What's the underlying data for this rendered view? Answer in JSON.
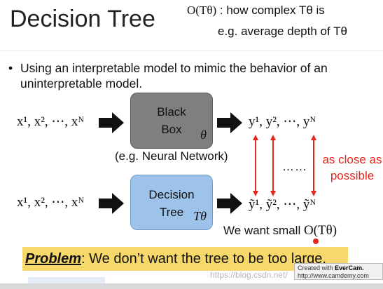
{
  "header": {
    "title": "Decision Tree",
    "note_line1_math": "O(Tθ)",
    "note_line1_text": ": how complex Tθ is",
    "note_line2": "e.g. average depth of Tθ"
  },
  "bullet": {
    "symbol": "•",
    "text": "Using an interpretable model to mimic the behavior of an uninterpretable model."
  },
  "flow": {
    "input_top": "x¹, x², ⋯, xᴺ",
    "input_bottom": "x¹, x², ⋯, xᴺ",
    "black_box_line1": "Black",
    "black_box_line2": "Box",
    "black_box_param": "θ",
    "black_box_example": "(e.g. Neural Network)",
    "decision_tree_line1": "Decision",
    "decision_tree_line2": "Tree",
    "decision_tree_param": "Tθ",
    "output_top": "y¹, y², ⋯, yᴺ",
    "output_bottom": "ỹ¹, ỹ², ⋯, ỹᴺ",
    "dots": "……",
    "close_line1": "as close as",
    "close_line2": "possible",
    "want_text": "We want small",
    "want_math": "O(Tθ)"
  },
  "problem": {
    "label": "Problem",
    "text": ": We don’t want the tree to be too large."
  },
  "watermark": {
    "line1_prefix": "Created with",
    "line1_brand": "EverCam.",
    "line2": "http://www.camdemy.com",
    "blog_url": "https://blog.csdn.net/"
  },
  "colors": {
    "black_box_fill": "#7f7f7f",
    "decision_tree_fill": "#9ec3ea",
    "red_accent": "#e0281e",
    "problem_highlight": "#f7d86a"
  }
}
